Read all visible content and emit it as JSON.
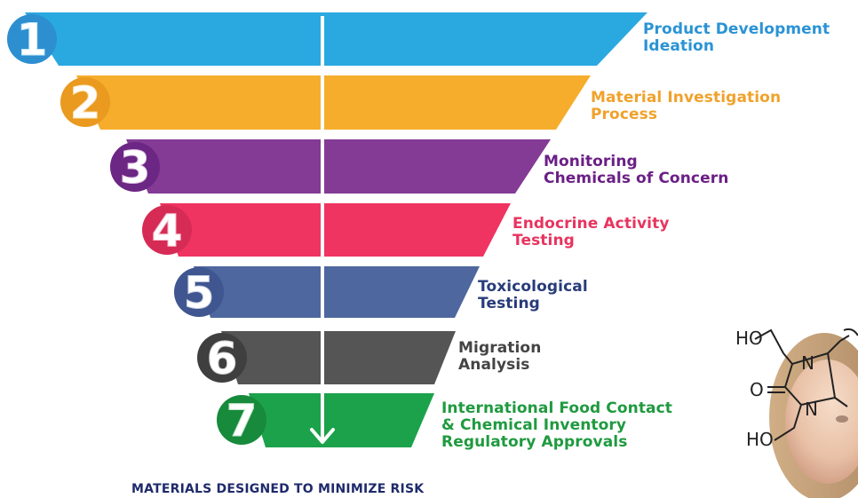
{
  "stages": [
    {
      "number": "1",
      "label_lines": [
        "Product Development",
        "Ideation"
      ],
      "color": "#2aa9e0",
      "label_color": "#2a93d5",
      "badge_color": "#2d8fd0"
    },
    {
      "number": "2",
      "label_lines": [
        "Material Investigation",
        "Process"
      ],
      "color": "#f6ad2c",
      "label_color": "#f0a22b",
      "badge_color": "#e99a1f"
    },
    {
      "number": "3",
      "label_lines": [
        "Monitoring",
        "Chemicals of Concern"
      ],
      "color": "#843b95",
      "label_color": "#6b1f86",
      "badge_color": "#6c2683"
    },
    {
      "number": "4",
      "label_lines": [
        "Endocrine Activity",
        "Testing"
      ],
      "color": "#ef3461",
      "label_color": "#e8345f",
      "badge_color": "#d62b55"
    },
    {
      "number": "5",
      "label_lines": [
        "Toxicological",
        "Testing"
      ],
      "color": "#4e679e",
      "label_color": "#283c7a",
      "badge_color": "#3f5690"
    },
    {
      "number": "6",
      "label_lines": [
        "Migration",
        "Analysis"
      ],
      "color": "#555555",
      "label_color": "#444444",
      "badge_color": "#3f3f3f"
    },
    {
      "number": "7",
      "label_lines": [
        "International Food Contact",
        "& Chemical Inventory",
        "Regulatory Approvals"
      ],
      "color": "#1ba24a",
      "label_color": "#1f9a3f",
      "badge_color": "#178a3c"
    }
  ],
  "caption": "MATERIALS DESIGNED TO MINIMIZE RISK",
  "molecule_labels": {
    "ho_top": "HO",
    "o_left": "O",
    "n_top": "N",
    "n_bottom": "N",
    "ho_bottom": "HO"
  },
  "colors": {
    "arrow": "#ffffff",
    "caption": "#1f2a6b"
  }
}
